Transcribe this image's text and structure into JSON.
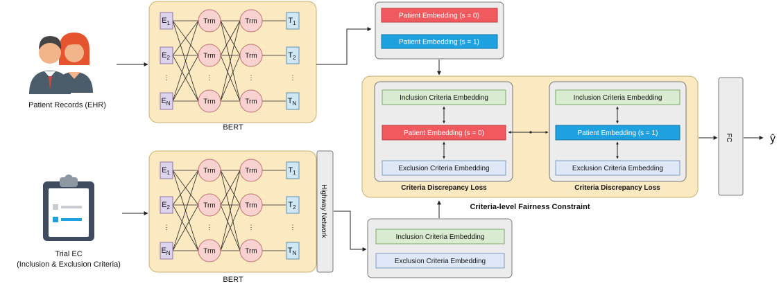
{
  "inputs": {
    "patient": {
      "label": "Patient Records (EHR)",
      "icon": "patients-icon"
    },
    "trial": {
      "line1": "Trial EC",
      "line2": "(Inclusion & Exclusion Criteria)",
      "icon": "clipboard-icon"
    }
  },
  "bert": {
    "label": "BERT",
    "e_base": "E",
    "t_base": "T",
    "trm": "Trm",
    "sub1": "1",
    "sub2": "2",
    "subN": "N",
    "dots": "⋮"
  },
  "highway": {
    "label": "Highway Network"
  },
  "group_embeddings": {
    "s0": "Patient Embedding  (s = 0)",
    "s1": "Patient Embedding  (s = 1)"
  },
  "criteria_block": {
    "inclusion": "Inclusion Criteria Embedding",
    "exclusion": "Exclusion Criteria Embedding"
  },
  "fairness": {
    "title": "Criteria-level Fairness Constraint",
    "left": {
      "inclusion": "Inclusion Criteria Embedding",
      "patient": "Patient Embedding  (s = 0)",
      "exclusion": "Exclusion Criteria Embedding",
      "loss": "Criteria Discrepancy Loss"
    },
    "right": {
      "inclusion": "Inclusion Criteria Embedding",
      "patient": "Patient Embedding  (s = 1)",
      "exclusion": "Exclusion Criteria Embedding",
      "loss": "Criteria Discrepancy Loss"
    }
  },
  "fc": {
    "label": "FC"
  },
  "output": {
    "label": "ŷ"
  },
  "colors": {
    "bert_bg": "#fbe9c2",
    "bert_border": "#c8b073",
    "e_fill": "#ddd3ec",
    "e_border": "#8a78a8",
    "trm_fill": "#f7d2d0",
    "trm_border": "#c0706c",
    "t_fill": "#cfe7f5",
    "t_border": "#5a8fb3",
    "gray_box": "#ececec",
    "gray_border": "#777777",
    "red": "#f05a5f",
    "blue": "#1ea1de",
    "green_fill": "#d9ecd1",
    "green_border": "#7aa868",
    "lblue_fill": "#dde7f5",
    "lblue_border": "#7f9bc4",
    "person_skin": "#f2b48a",
    "person_hair_dark": "#444444",
    "person_hair_red": "#e5542f",
    "person_suit": "#4b5d6b"
  }
}
